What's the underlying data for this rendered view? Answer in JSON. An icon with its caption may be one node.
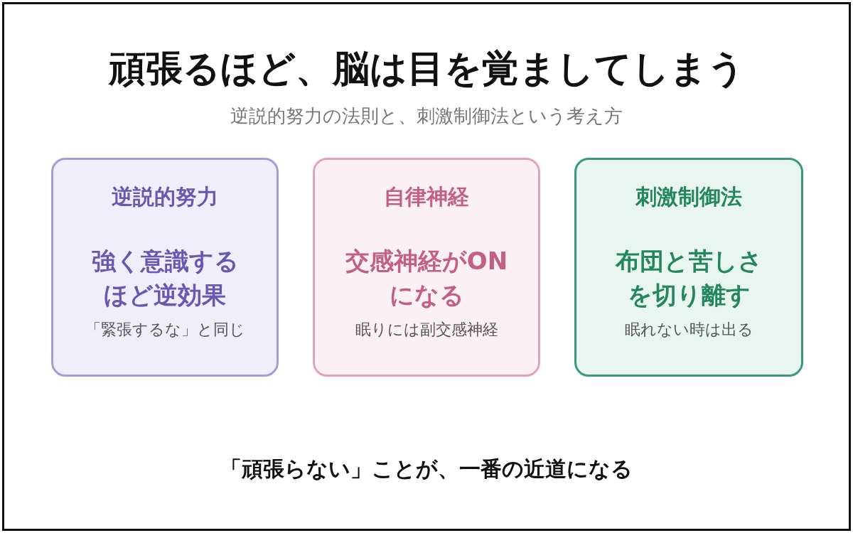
{
  "diagram": {
    "title": "頑張るほど、脳は目を覚ましてしまう",
    "caption": "逆説的努力の法則と、刺激制御法という考え方",
    "nodes": [
      {
        "text": [
          "逆説的努力",
          "強く意識するほど逆効果",
          "「緊張するな」と同じ"
        ]
      },
      {
        "text": [
          "自律神経",
          "交感神経がONになる",
          "眠りには副交感神経"
        ]
      },
      {
        "text": [
          "刺激制御法",
          "布団と苦しさを切り離す",
          "眠れない時は出る"
        ]
      }
    ],
    "labels": [
      "「頑張らない」ことが、一番の近道になる"
    ]
  }
}
